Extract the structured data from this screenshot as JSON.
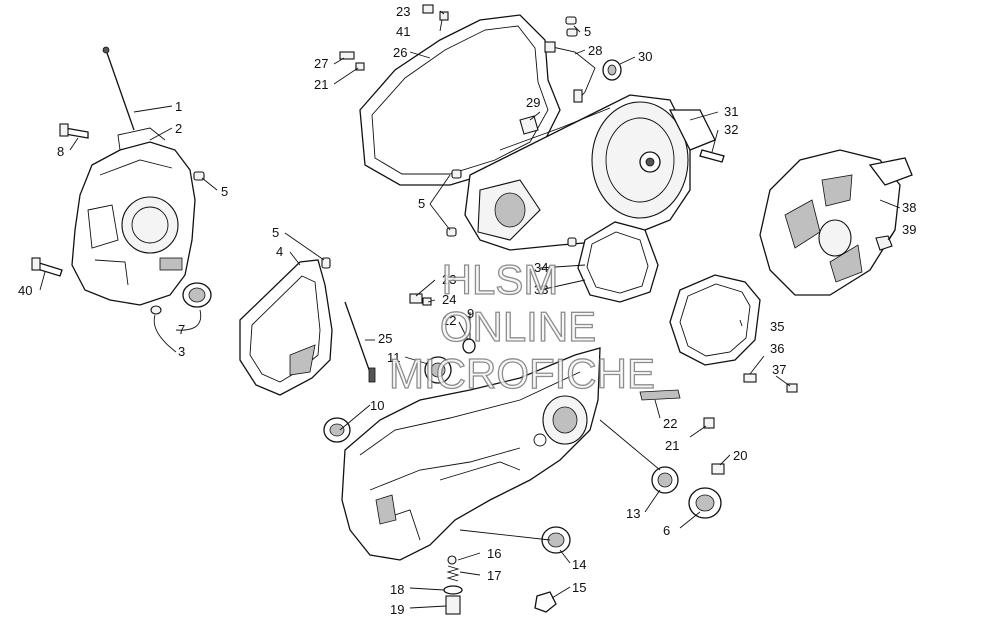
{
  "watermark": {
    "line1": "HLSM",
    "line2": "ONLINE",
    "line3": "MICROFICHE"
  },
  "callouts": [
    {
      "id": "c1",
      "label": "1"
    },
    {
      "id": "c2",
      "label": "2"
    },
    {
      "id": "c3",
      "label": "3"
    },
    {
      "id": "c4",
      "label": "4"
    },
    {
      "id": "c5a",
      "label": "5"
    },
    {
      "id": "c5b",
      "label": "5"
    },
    {
      "id": "c5c",
      "label": "5"
    },
    {
      "id": "c5d",
      "label": "5"
    },
    {
      "id": "c6",
      "label": "6"
    },
    {
      "id": "c7",
      "label": "7"
    },
    {
      "id": "c8",
      "label": "8"
    },
    {
      "id": "c9",
      "label": "9"
    },
    {
      "id": "c10",
      "label": "10"
    },
    {
      "id": "c11",
      "label": "11"
    },
    {
      "id": "c12",
      "label": "12"
    },
    {
      "id": "c13",
      "label": "13"
    },
    {
      "id": "c14",
      "label": "14"
    },
    {
      "id": "c15",
      "label": "15"
    },
    {
      "id": "c16",
      "label": "16"
    },
    {
      "id": "c17",
      "label": "17"
    },
    {
      "id": "c18",
      "label": "18"
    },
    {
      "id": "c19",
      "label": "19"
    },
    {
      "id": "c20",
      "label": "20"
    },
    {
      "id": "c21a",
      "label": "21"
    },
    {
      "id": "c21b",
      "label": "21"
    },
    {
      "id": "c22",
      "label": "22"
    },
    {
      "id": "c23a",
      "label": "23"
    },
    {
      "id": "c23b",
      "label": "23"
    },
    {
      "id": "c24",
      "label": "24"
    },
    {
      "id": "c25",
      "label": "25"
    },
    {
      "id": "c26",
      "label": "26"
    },
    {
      "id": "c27",
      "label": "27"
    },
    {
      "id": "c28",
      "label": "28"
    },
    {
      "id": "c29",
      "label": "29"
    },
    {
      "id": "c30",
      "label": "30"
    },
    {
      "id": "c31",
      "label": "31"
    },
    {
      "id": "c32",
      "label": "32"
    },
    {
      "id": "c33",
      "label": "33"
    },
    {
      "id": "c34",
      "label": "34"
    },
    {
      "id": "c35",
      "label": "35"
    },
    {
      "id": "c36",
      "label": "36"
    },
    {
      "id": "c37",
      "label": "37"
    },
    {
      "id": "c38",
      "label": "38"
    },
    {
      "id": "c39",
      "label": "39"
    },
    {
      "id": "c40",
      "label": "40"
    },
    {
      "id": "c41",
      "label": "41"
    }
  ]
}
